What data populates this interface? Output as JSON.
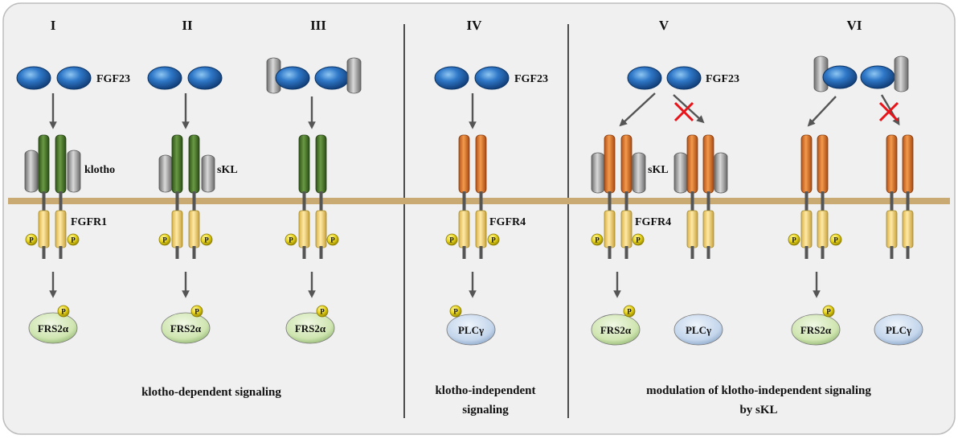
{
  "panels": [
    {
      "numeral": "I",
      "ligand_label": "FGF23",
      "coreceptor_label": "klotho",
      "receptor_label": "FGFR1",
      "effectors": [
        "FRS2α"
      ]
    },
    {
      "numeral": "II",
      "coreceptor_label": "sKL",
      "effectors": [
        "FRS2α"
      ]
    },
    {
      "numeral": "III",
      "effectors": [
        "FRS2α"
      ]
    },
    {
      "numeral": "IV",
      "ligand_label": "FGF23",
      "receptor_label": "FGFR4",
      "effectors": [
        "PLCγ"
      ]
    },
    {
      "numeral": "V",
      "ligand_label": "FGF23",
      "coreceptor_label": "sKL",
      "receptor_label": "FGFR4",
      "effectors": [
        "FRS2α",
        "PLCγ"
      ]
    },
    {
      "numeral": "VI",
      "effectors": [
        "FRS2α",
        "PLCγ"
      ]
    }
  ],
  "section_captions": {
    "dependent": [
      "klotho-dependent signaling"
    ],
    "independent": [
      "klotho-independent",
      "signaling"
    ],
    "modulation": [
      "modulation of klotho-independent signaling",
      "by sKL"
    ]
  },
  "phospho_label": "P",
  "colors": {
    "background": "#f0f0f0",
    "membrane": "#c8aa72",
    "fgf23": "#2f78c8",
    "fgfr1_extracellular": "#4e7c2e",
    "fgfr4_extracellular": "#e2782c",
    "receptor_intracellular": "#f6d87c",
    "klotho": "#9a9a9a",
    "phospho": "#e6d21a",
    "frs2": "#cfe5b0",
    "plc": "#c4d6ec",
    "inhibit_cross": "#e8141a",
    "arrow": "#555555"
  }
}
